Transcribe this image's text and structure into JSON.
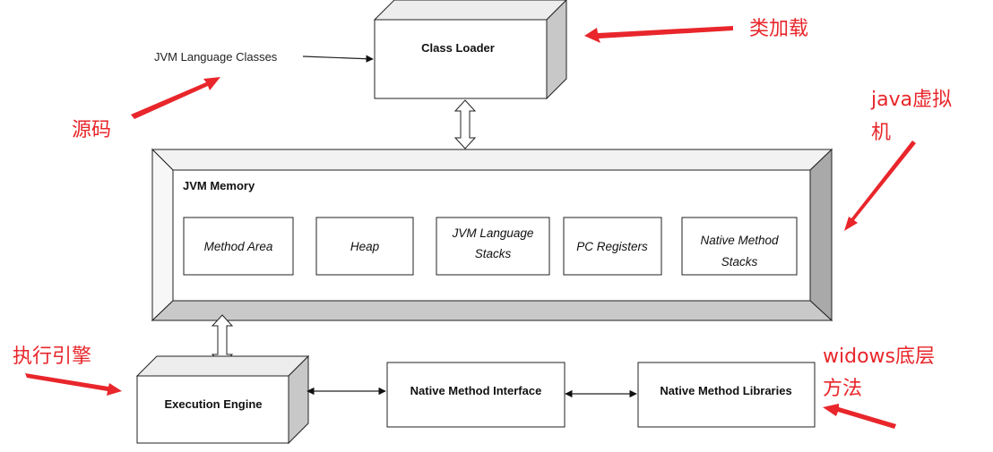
{
  "source_label": "JVM Language Classes",
  "class_loader": {
    "label": "Class Loader"
  },
  "jvm_memory": {
    "title": "JVM Memory",
    "areas": [
      {
        "lines": [
          "Method Area"
        ]
      },
      {
        "lines": [
          "Heap"
        ]
      },
      {
        "lines": [
          "JVM Language",
          "Stacks"
        ]
      },
      {
        "lines": [
          "PC Registers"
        ]
      },
      {
        "lines": [
          "Native Method",
          "Stacks"
        ]
      }
    ]
  },
  "execution_engine": {
    "label": "Execution Engine"
  },
  "native_interface": {
    "label": "Native Method Interface"
  },
  "native_libraries": {
    "label": "Native Method Libraries"
  },
  "annotations": {
    "class_loading": "类加载",
    "source_code": "源码",
    "jvm_line1": "java虚拟",
    "jvm_line2": "机",
    "execution_engine": "执行引擎",
    "windows_line1": "widows底层",
    "windows_line2": "方法"
  },
  "colors": {
    "annotation": "#e8262b",
    "box_side": "#c8c8c8",
    "line": "#222222"
  }
}
